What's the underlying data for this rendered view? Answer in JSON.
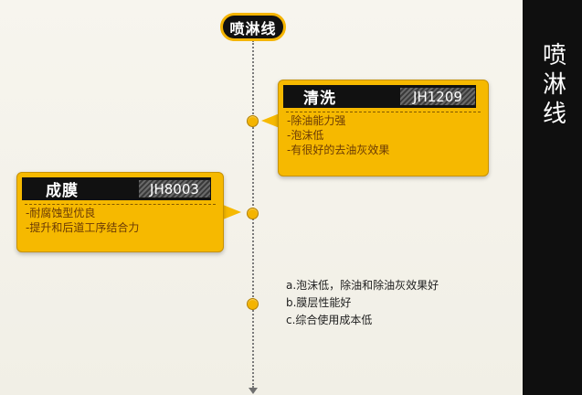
{
  "title_pill": "喷淋线",
  "side_title": "喷淋线",
  "cards": [
    {
      "name": "清洗",
      "code": "JH1209",
      "bullets": [
        "-除油能力强",
        "-泡沫低",
        "-有很好的去油灰效果"
      ]
    },
    {
      "name": "成膜",
      "code": "JH8003",
      "bullets": [
        "-耐腐蚀型优良",
        "-提升和后道工序结合力"
      ]
    }
  ],
  "notes": [
    "a.泡沫低，除油和除油灰效果好",
    "b.膜层性能好",
    "c.综合使用成本低"
  ],
  "colors": {
    "accent": "#f6b900",
    "dark": "#111111",
    "text_on_accent": "#6b3b06",
    "background": "#f2f0e8"
  }
}
